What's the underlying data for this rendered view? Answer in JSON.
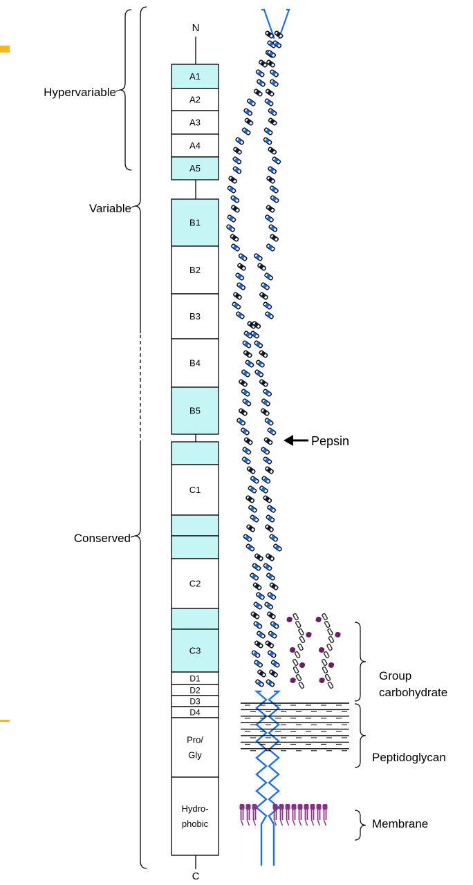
{
  "colors": {
    "segment_fill_highlight": "#c6f5f6",
    "segment_fill_plain": "#ffffff",
    "outline": "#000000",
    "helix_blue": "#1a6ff0",
    "helix_dark": "#101828",
    "carbohydrate_purple": "#6b1f63",
    "membrane_purple": "#8a2f86",
    "orange_accent": "#f4b81e"
  },
  "terminals": {
    "n": "N",
    "c": "C"
  },
  "regions": {
    "hypervariable": "Hypervariable",
    "variable": "Variable",
    "conserved": "Conserved"
  },
  "segments": [
    {
      "label": "A1",
      "highlight": true
    },
    {
      "label": "A2",
      "highlight": false
    },
    {
      "label": "A3",
      "highlight": false
    },
    {
      "label": "A4",
      "highlight": false
    },
    {
      "label": "A5",
      "highlight": true
    },
    {
      "label": "B1",
      "highlight": true
    },
    {
      "label": "B2",
      "highlight": false
    },
    {
      "label": "B3",
      "highlight": false
    },
    {
      "label": "B4",
      "highlight": false
    },
    {
      "label": "B5",
      "highlight": true
    },
    {
      "label": "",
      "highlight": true
    },
    {
      "label": "C1",
      "highlight": false
    },
    {
      "label": "",
      "highlight": true
    },
    {
      "label": "",
      "highlight": true
    },
    {
      "label": "C2",
      "highlight": false
    },
    {
      "label": "",
      "highlight": true
    },
    {
      "label": "C3",
      "highlight": true
    },
    {
      "label": "D1",
      "highlight": false
    },
    {
      "label": "D2",
      "highlight": false
    },
    {
      "label": "D3",
      "highlight": false
    },
    {
      "label": "D4",
      "highlight": false
    },
    {
      "label": "Pro/\nGly",
      "highlight": false
    },
    {
      "label": "Hydro-\nphobic",
      "highlight": false
    }
  ],
  "labels": {
    "pepsin": "Pepsin",
    "group_carbohydrate": "Group\ncarbohydrate",
    "peptidoglycan": "Peptidoglycan",
    "membrane": "Membrane"
  }
}
